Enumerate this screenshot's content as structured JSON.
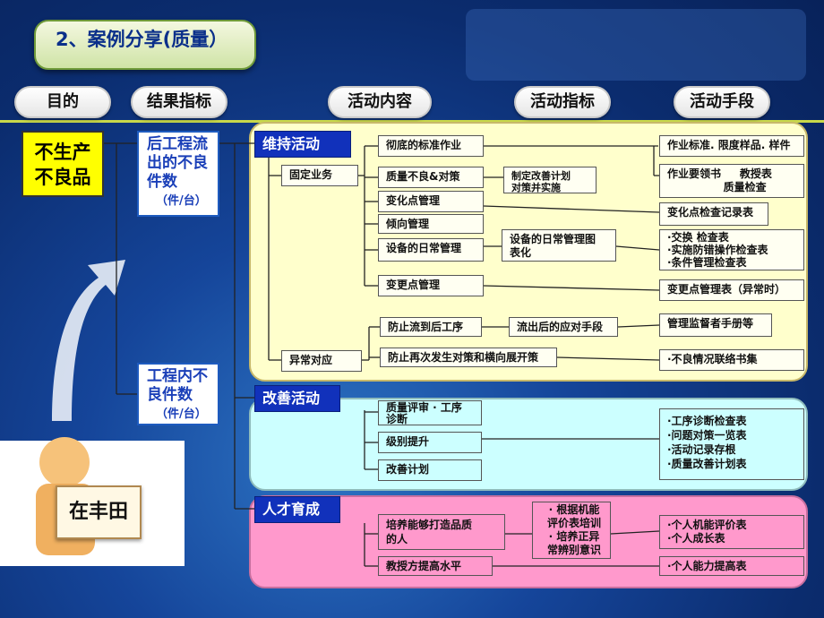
{
  "title": "2、案例分享(质量）",
  "headers": [
    "目的",
    "结果指标",
    "活动内容",
    "活动指标",
    "活动手段"
  ],
  "purpose": "不生产\n不良品",
  "results": [
    {
      "label": "后工程流出的不良件数",
      "unit": "（件/台）"
    },
    {
      "label": "工程内不良件数",
      "unit": "（件/台）"
    }
  ],
  "sections": {
    "maintain": "维持活动",
    "improve": "改善活动",
    "talent": "人才育成"
  },
  "maintain": {
    "fixed": "固定业务",
    "abnormal": "异常对应",
    "items": [
      "彻底的标准作业",
      "质量不良&对策",
      "变化点管理",
      "倾向管理",
      "设备的日常管理",
      "变更点管理"
    ],
    "indicators": [
      "制定改善计划\n对策并实施",
      "设备的日常管理图\n表化"
    ],
    "means": [
      "作业标准. 限度样品. 样件",
      "作业要领书     教授表\n               质量检查",
      "变化点检查记录表",
      "·交换  检查表\n·实施防错操作检查表\n·条件管理检查表",
      "变更点管理表（异常时）"
    ],
    "abnormal_items": [
      "防止流到后工序",
      "防止再次发生对策和横向展开策"
    ],
    "abnormal_indicator": "流出后的应对手段",
    "abnormal_means": [
      "管理监督者手册等",
      "·不良情况联络书集"
    ]
  },
  "improve": {
    "items": [
      "质量评审 · 工序\n诊断",
      "级别提升",
      "改善计划"
    ],
    "means": "·工序诊断检查表\n·问题对策一览表\n·活动记录存根\n·质量改善计划表"
  },
  "talent": {
    "items": [
      "培养能够打造品质\n的人",
      "教授方提高水平"
    ],
    "indicator": "· 根据机能\n评价表培训\n· 培养正异\n常辨别意识",
    "means": [
      "·个人机能评价表\n·个人成长表",
      "·个人能力提高表"
    ]
  },
  "sign": "在丰田",
  "colors": {
    "panel_yellow": "#ffffcc",
    "panel_blue": "#ccffff",
    "panel_pink": "#ff99cc",
    "header_blue": "#1131bb",
    "purpose_yellow": "#ffff00"
  }
}
